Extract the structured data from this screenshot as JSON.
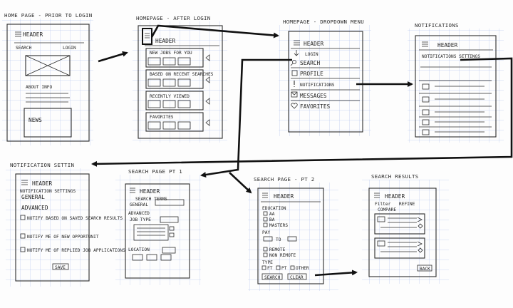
{
  "panels": {
    "home_pre_login": {
      "title": "HOME PAGE - PRIOR TO LOGIN",
      "header": "HEADER",
      "search": "SEARCH",
      "login": "LOGIN",
      "about": "ABOUT INFO",
      "news": "NEWS"
    },
    "home_after_login": {
      "title": "HOMEPAGE - AFTER LOGIN",
      "header": "HEADER",
      "sections": [
        "NEW JOBS FOR YOU",
        "BASED ON RECENT SEARCHES",
        "RECENTLY VIEWED",
        "FAVORITES"
      ]
    },
    "dropdown_menu": {
      "title": "HOMEPAGE - DROPDOWN MENU",
      "header": "HEADER",
      "items": [
        "LOGIN",
        "SEARCH",
        "PROFILE",
        "NOTIFICATIONS",
        "MESSAGES",
        "FAVORITES"
      ]
    },
    "notifications": {
      "title": "NOTIFICATIONS",
      "header": "HEADER",
      "settings": "NOTIFICATIONS SETTINGS"
    },
    "notification_settings": {
      "title": "NOTIFICATION SETTIN",
      "header": "HEADER",
      "subtitle": "NOTIFICATION SETTINGS",
      "general": "GENERAL",
      "advanced": "ADVANCED",
      "options": [
        "NOTIFY BASED ON SAVED SEARCH RESULTS",
        "NOTIFY ME OF NEW OPPORTUNIT",
        "NOTIFY ME OF REPLIED JOB APPLICATIONS"
      ],
      "save": "SAVE"
    },
    "search_page_1": {
      "title": "SEARCH PAGE PT 1",
      "header": "HEADER",
      "search_terms": "SEARCH TERMS",
      "general": "GENERAL",
      "advanced": "ADVANCED",
      "job_type": "JOB TYPE",
      "location": "LOCATION"
    },
    "search_page_2": {
      "title": "SEARCH PAGE - PT 2",
      "header": "HEADER",
      "education": "EDUCATION",
      "edu_options": [
        "AA",
        "BA",
        "MASTERS"
      ],
      "pay": "PAY",
      "pay_to": "TO",
      "remote_options": [
        "REMOTE",
        "NON REMOTE"
      ],
      "type": "TYPE",
      "type_options": [
        "FT",
        "PT",
        "OTHER"
      ],
      "buttons": [
        "SEARCH",
        "CLEAR"
      ]
    },
    "search_results": {
      "title": "SEARCH RESULTS",
      "header": "HEADER",
      "filter": "Filter",
      "refine": "REFINE",
      "compare": "COMPARE",
      "back": "BACK"
    }
  }
}
